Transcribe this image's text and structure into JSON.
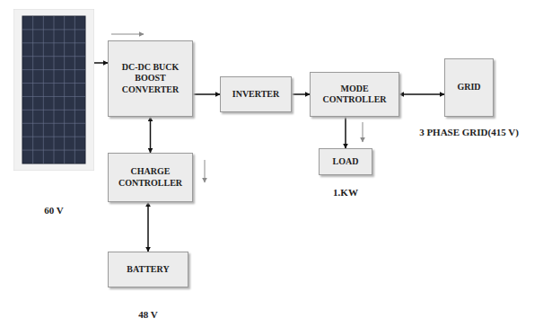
{
  "diagram": {
    "nodes": [
      {
        "text": [
          "60 V"
        ]
      },
      {
        "text": [
          "DC-DC BUCK BOOST CONVERTER"
        ]
      },
      {
        "text": [
          "INVERTER"
        ]
      },
      {
        "text": [
          "MODE CONTROLLER"
        ]
      },
      {
        "text": [
          "GRID",
          "3 PHASE GRID(415 V)"
        ]
      },
      {
        "text": [
          "CHARGE CONTROLLER"
        ]
      },
      {
        "text": [
          "BATTERY",
          "48 V"
        ]
      },
      {
        "text": [
          "LOAD",
          "1.KW"
        ]
      }
    ],
    "edges": [
      {
        "from": 0,
        "to": 1,
        "arrow": "to"
      },
      {
        "from": 1,
        "to": 2,
        "arrow": "to"
      },
      {
        "from": 2,
        "to": 3,
        "arrow": "to"
      },
      {
        "from": 3,
        "to": 4,
        "arrow": "both"
      },
      {
        "from": 1,
        "to": 5,
        "arrow": "both"
      },
      {
        "from": 5,
        "to": 6,
        "arrow": "both"
      },
      {
        "from": 3,
        "to": 7,
        "arrow": "to"
      }
    ]
  }
}
